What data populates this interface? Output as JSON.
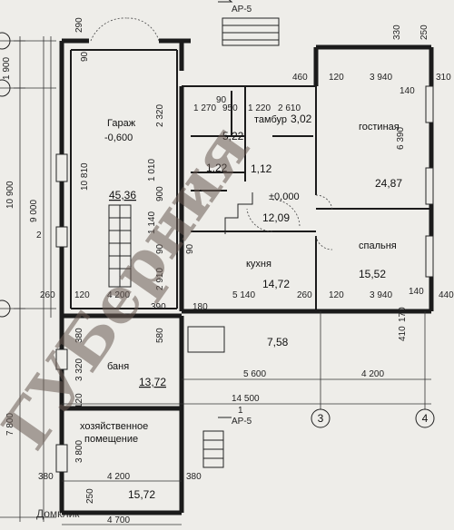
{
  "rooms": {
    "garage": {
      "name": "Гараж",
      "level": "-0,600",
      "area": "45,36"
    },
    "living": {
      "name": "гостиная",
      "area": "24,87"
    },
    "bedroom": {
      "name": "спальня",
      "area": "15,52"
    },
    "kitchen": {
      "name": "кухня",
      "area": "14,72"
    },
    "vestibule": {
      "name": "тамбур",
      "area": "3,02"
    },
    "hall": {
      "level": "±0,000",
      "area": "12,09"
    },
    "bath": {
      "name": "баня",
      "area": "13,72"
    },
    "utility": {
      "name": "хозяйственное",
      "name2": "помещение",
      "area": "15,72"
    },
    "small1": {
      "area": "5,22"
    },
    "small2": {
      "area": "1,22"
    },
    "small3": {
      "area": "1,12"
    },
    "terrace": {
      "area": "7,58"
    }
  },
  "dims": {
    "top_290": "290",
    "top_330": "330",
    "top_250": "250",
    "top_460": "460",
    "top_120": "120",
    "top_3940": "3 940",
    "top_140": "140",
    "top_310": "310",
    "r_1270": "1 270",
    "r_950": "950",
    "r_1220": "1 220",
    "r_2610": "2 610",
    "r_90a": "90",
    "r_90b": "90",
    "r_2320": "2 320",
    "r_10810": "10 810",
    "r_1010": "1 010",
    "r_900": "900",
    "r_1140": "1 140",
    "r_90c": "90",
    "r_2910": "2 910",
    "r_6390": "6 390",
    "r_90d": "90",
    "left_1900": "1 900",
    "left_10900": "10 900",
    "left_9000": "9 000",
    "left_2": "2",
    "left_7800": "7 800",
    "mid_260a": "260",
    "mid_120": "120",
    "mid_4200a": "4 200",
    "mid_390": "390",
    "mid_180": "180",
    "mid_5140": "5 140",
    "mid_260b": "260",
    "mid_120b": "120",
    "mid_3940": "3 940",
    "mid_140": "140",
    "mid_440": "440",
    "v_380a": "380",
    "v_3320": "3 320",
    "v_580": "580",
    "v_120": "120",
    "v_3800": "3 800",
    "v_250": "250",
    "v_410": "410",
    "v_170": "170",
    "b_5600": "5 600",
    "b_4200": "4 200",
    "b_14500": "14 500",
    "b_380a": "380",
    "b_4200b": "4 200",
    "b_380b": "380",
    "b_4700": "4 700"
  },
  "axes": {
    "a3": "3",
    "a4": "4",
    "sec_top": "АР-5",
    "sec_bot": "АР-5",
    "sec_num": "1"
  },
  "watermark": {
    "text": "ГУБерния",
    "brand": "Домклик"
  }
}
